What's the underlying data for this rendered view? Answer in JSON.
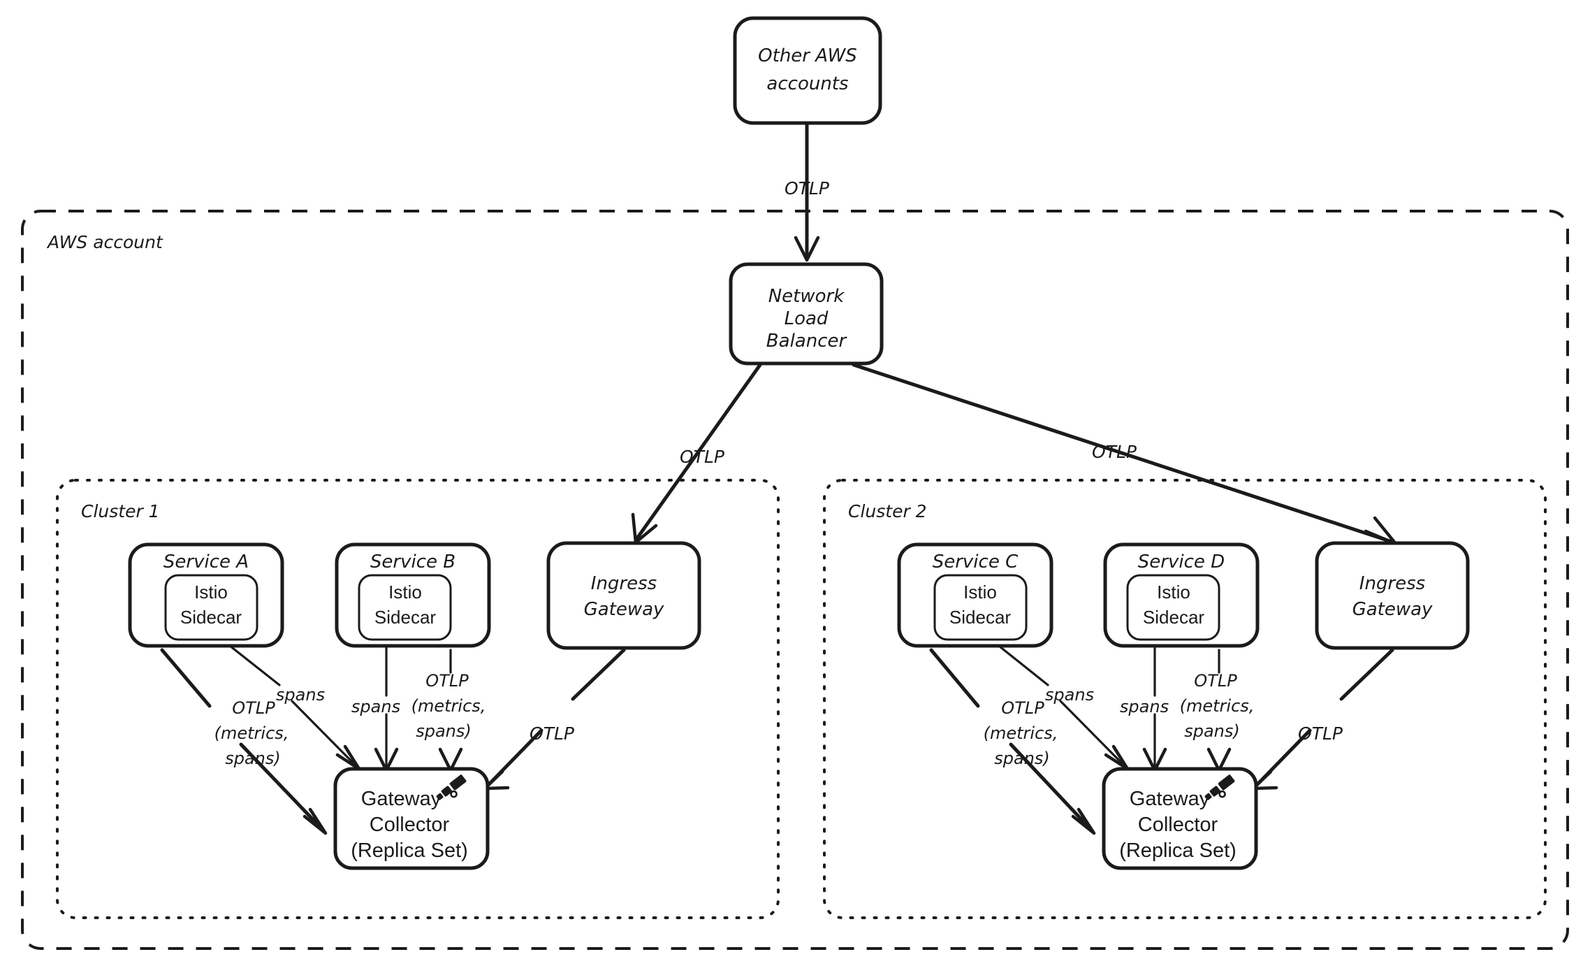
{
  "diagram": {
    "title": "AWS multi-cluster OpenTelemetry collection architecture",
    "type": "architecture-flow"
  },
  "groups": {
    "aws_account": {
      "label": "AWS account",
      "border": "dashed"
    },
    "cluster_1": {
      "label": "Cluster 1",
      "border": "dotted"
    },
    "cluster_2": {
      "label": "Cluster 2",
      "border": "dotted"
    }
  },
  "nodes": {
    "other_aws": {
      "line1": "Other AWS",
      "line2": "accounts"
    },
    "nlb": {
      "line1": "Network",
      "line2": "Load",
      "line3": "Balancer"
    },
    "service_a": {
      "title": "Service A",
      "sidecar_line1": "Istio",
      "sidecar_line2": "Sidecar"
    },
    "service_b": {
      "title": "Service B",
      "sidecar_line1": "Istio",
      "sidecar_line2": "Sidecar"
    },
    "service_c": {
      "title": "Service C",
      "sidecar_line1": "Istio",
      "sidecar_line2": "Sidecar"
    },
    "service_d": {
      "title": "Service D",
      "sidecar_line1": "Istio",
      "sidecar_line2": "Sidecar"
    },
    "ingress_gateway_1": {
      "line1": "Ingress",
      "line2": "Gateway"
    },
    "ingress_gateway_2": {
      "line1": "Ingress",
      "line2": "Gateway"
    },
    "gateway_collector_1": {
      "line1": "Gateway",
      "line2": "Collector",
      "line3": "(Replica Set)",
      "icon": "telescope-icon"
    },
    "gateway_collector_2": {
      "line1": "Gateway",
      "line2": "Collector",
      "line3": "(Replica Set)",
      "icon": "telescope-icon"
    }
  },
  "edge_labels": {
    "other_aws_to_nlb": "OTLP",
    "nlb_to_cluster1": "OTLP",
    "nlb_to_cluster2": "OTLP",
    "svc_a_to_collector_l1": "OTLP",
    "svc_a_to_collector_l2": "(metrics,",
    "svc_a_to_collector_l3": "spans)",
    "sidecar_a_to_collector": "spans",
    "sidecar_b_to_collector": "spans",
    "svc_b_to_collector_l1": "OTLP",
    "svc_b_to_collector_l2": "(metrics,",
    "svc_b_to_collector_l3": "spans)",
    "ingress1_to_collector": "OTLP",
    "svc_c_to_collector_l1": "OTLP",
    "svc_c_to_collector_l2": "(metrics,",
    "svc_c_to_collector_l3": "spans)",
    "sidecar_c_to_collector": "spans",
    "sidecar_d_to_collector": "spans",
    "svc_d_to_collector_l1": "OTLP",
    "svc_d_to_collector_l2": "(metrics,",
    "svc_d_to_collector_l3": "spans)",
    "ingress2_to_collector": "OTLP"
  },
  "colors": {
    "stroke": "#1b1b1b",
    "background": "#ffffff",
    "node_fill": "#ffffff"
  }
}
